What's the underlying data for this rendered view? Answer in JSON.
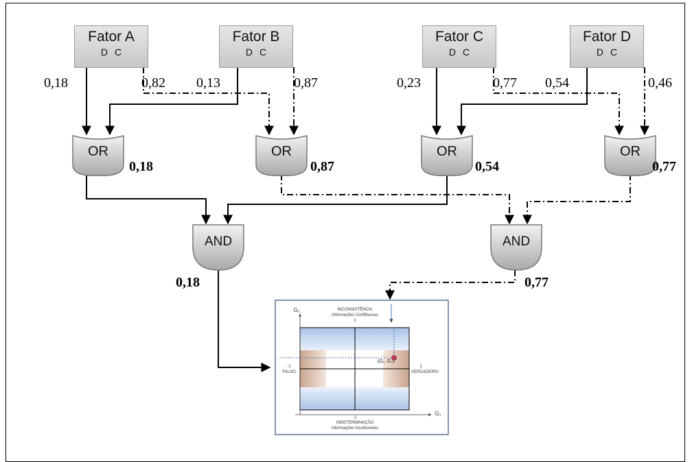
{
  "factors": [
    {
      "name": "Fator A",
      "d": "D",
      "c": "C"
    },
    {
      "name": "Fator B",
      "d": "D",
      "c": "C"
    },
    {
      "name": "Fator C",
      "d": "D",
      "c": "C"
    },
    {
      "name": "Fator D",
      "d": "D",
      "c": "C"
    }
  ],
  "inputs": {
    "a_d": "0,18",
    "a_c": "0,82",
    "b_d": "0,13",
    "b_c": "0,87",
    "c_d": "0,23",
    "c_c": "0,77",
    "d_d": "0,54",
    "d_c": "0,46"
  },
  "gates": {
    "or_label": "OR",
    "and_label": "AND"
  },
  "outputs": {
    "or1": "0,18",
    "or2": "0,87",
    "or3": "0,54",
    "or4": "0,77",
    "and1": "0,18",
    "and2": "0,77"
  },
  "plot": {
    "top_title": "INCONSISTÊNCIA",
    "top_sub": "Informações Conflituosas",
    "top_val": "1",
    "bottom_val": "-1",
    "bottom_title": "INDETERMINAÇÃO",
    "bottom_sub": "Informações Insuficientes",
    "left_val": "-1",
    "left_title": "FALSO",
    "right_val": "1",
    "right_title": "VERDADEIRO",
    "y_axis": "G₂",
    "x_axis": "G₁",
    "point_label": "(G₁, G₂)"
  }
}
